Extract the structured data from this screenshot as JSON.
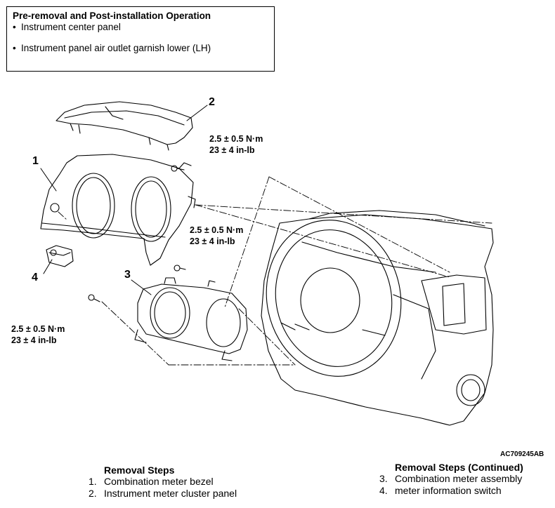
{
  "header_box": {
    "title": "Pre-removal and Post-installation Operation",
    "items": [
      "Instrument center panel",
      "Instrument panel air outlet garnish lower (LH)"
    ]
  },
  "callouts": [
    "1",
    "2",
    "3",
    "4"
  ],
  "torque_specs": [
    {
      "nm": "2.5 ± 0.5 N·m",
      "inlb": "23 ± 4 in-lb"
    },
    {
      "nm": "2.5 ± 0.5 N·m",
      "inlb": "23 ± 4 in-lb"
    },
    {
      "nm": "2.5 ± 0.5 N·m",
      "inlb": "23 ± 4 in-lb"
    }
  ],
  "figure_code": "AC709245AB",
  "removal_steps": {
    "title": "Removal Steps",
    "steps": [
      {
        "num": "1.",
        "text": "Combination meter bezel"
      },
      {
        "num": "2.",
        "text": "Instrument meter cluster panel"
      }
    ]
  },
  "removal_steps_continued": {
    "title": "Removal Steps (Continued)",
    "steps": [
      {
        "num": "3.",
        "text": "Combination meter assembly"
      },
      {
        "num": "4.",
        "text": "meter information switch"
      }
    ]
  }
}
